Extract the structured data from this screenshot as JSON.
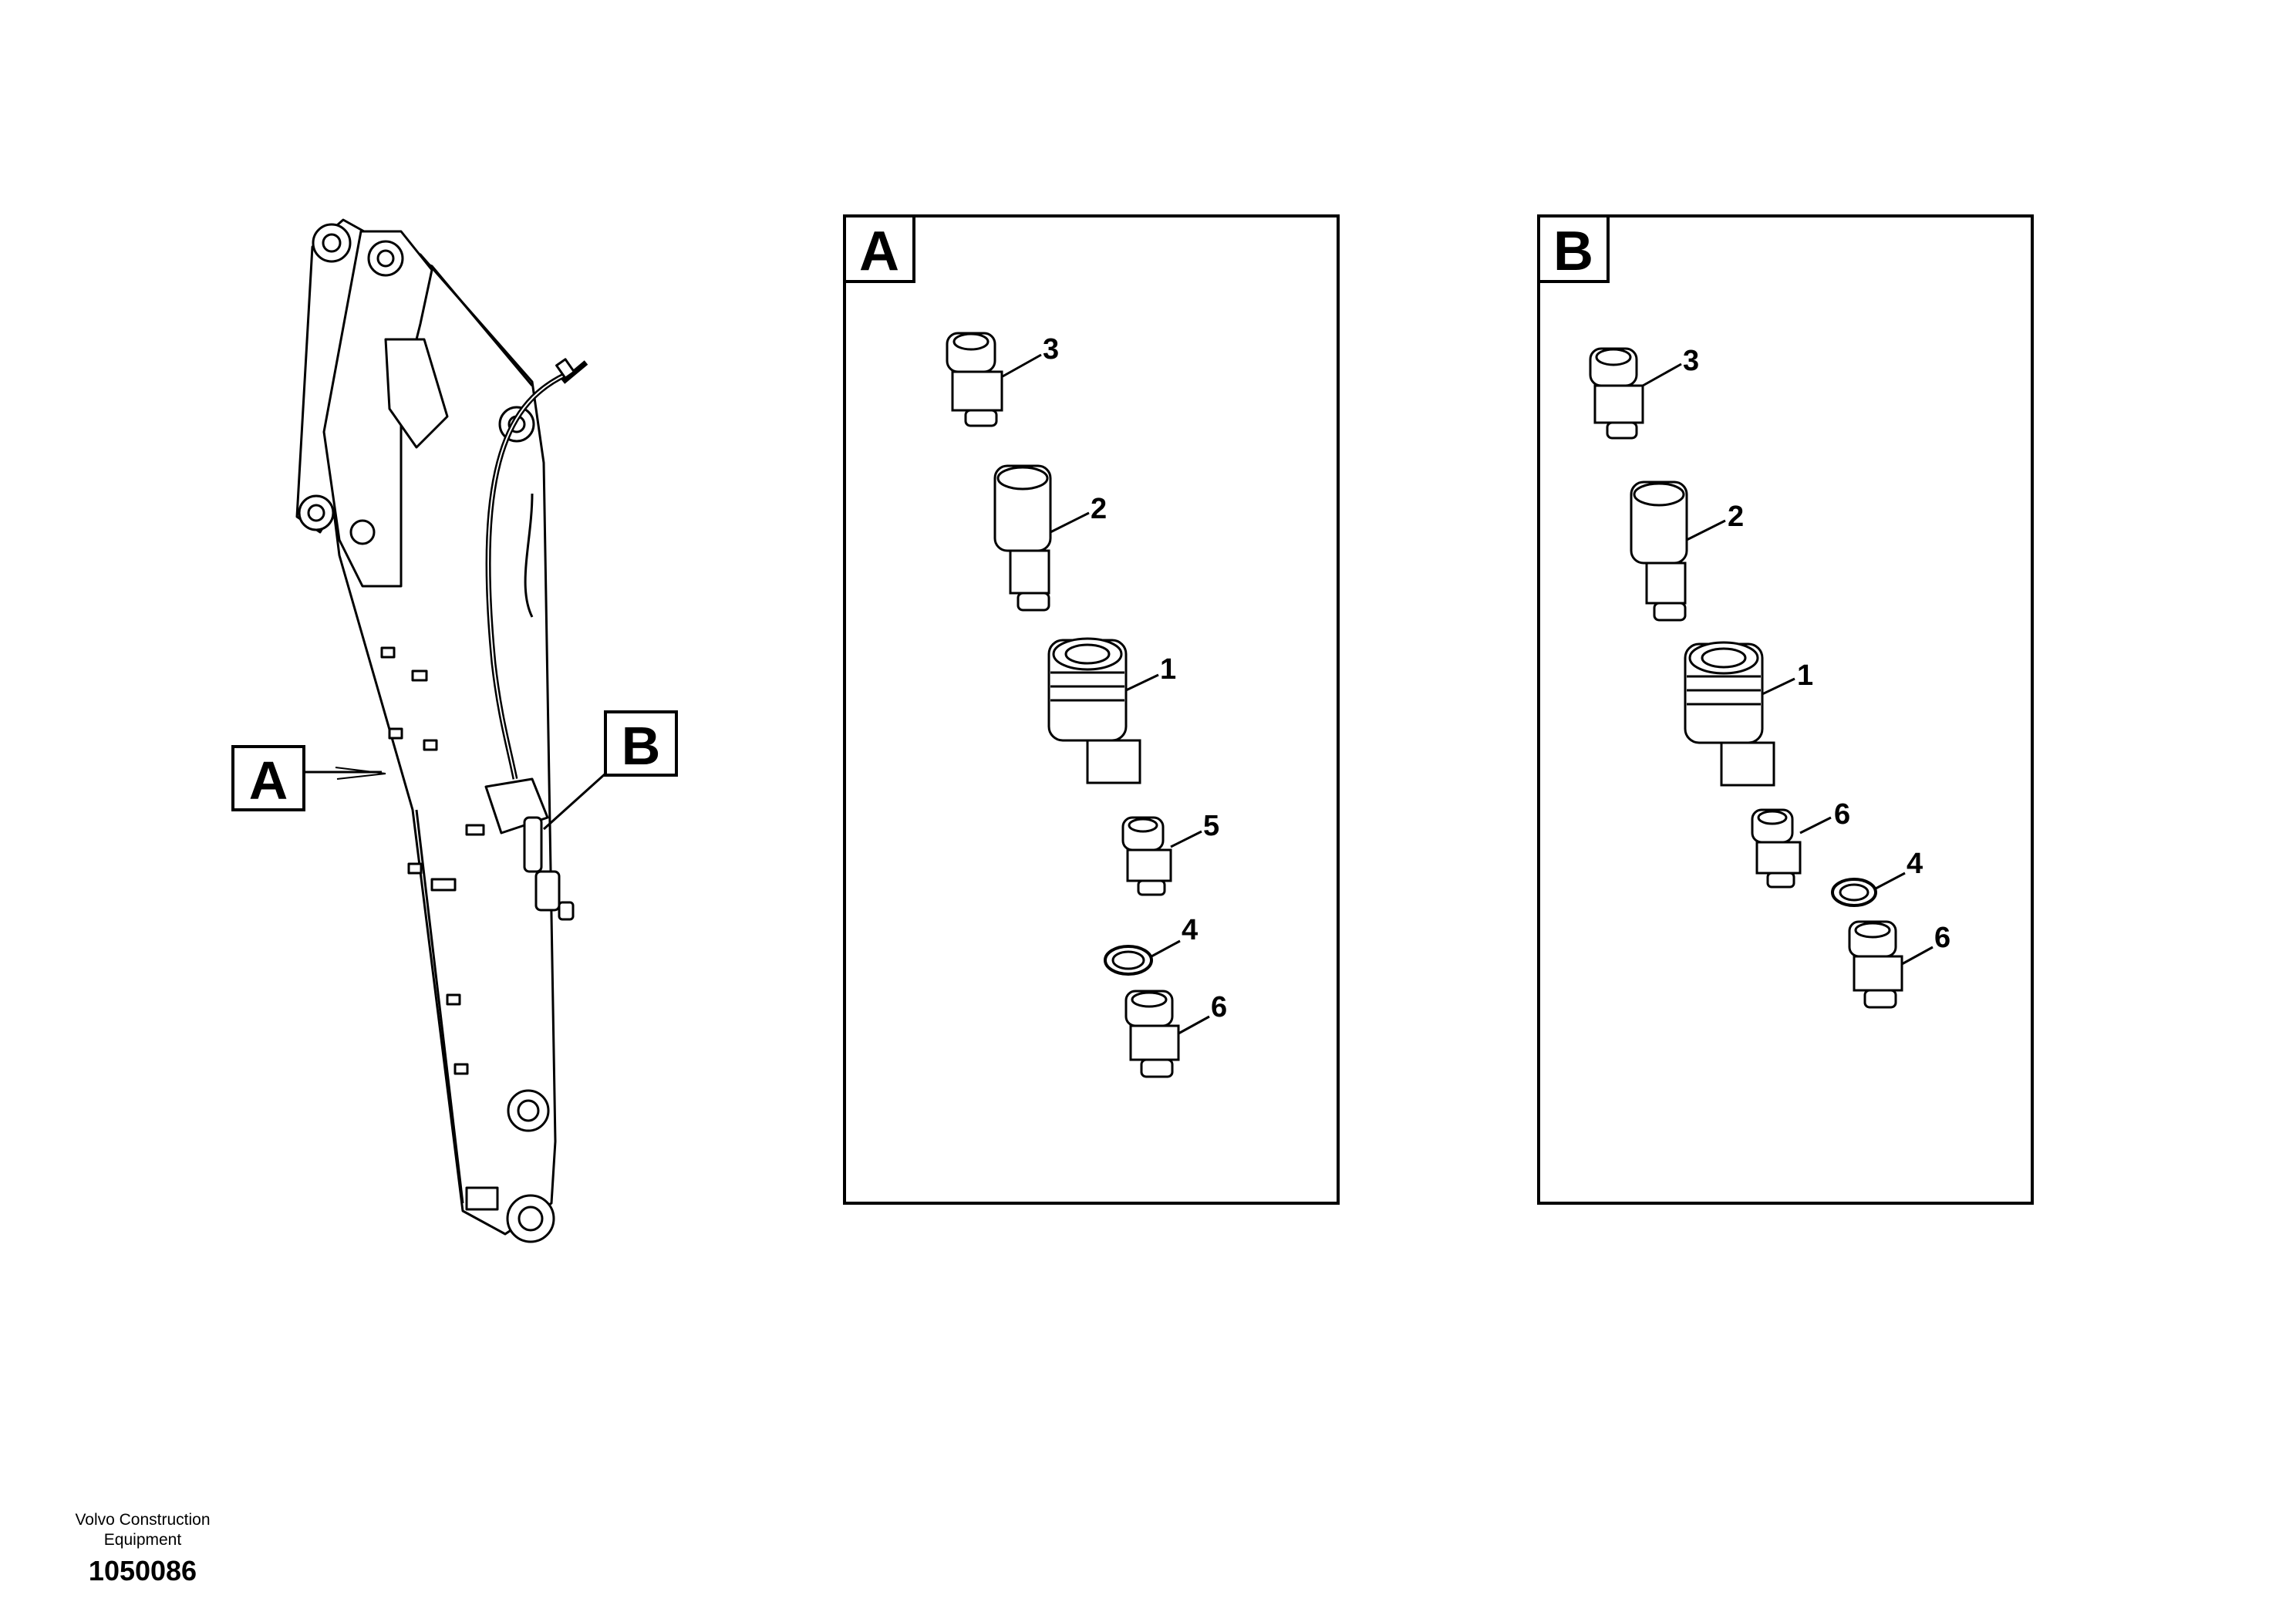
{
  "callout_letters": {
    "a": "A",
    "b": "B"
  },
  "detail_boxes": {
    "a": {
      "letter": "A",
      "part_labels": [
        "3",
        "2",
        "1",
        "5",
        "4",
        "6"
      ]
    },
    "b": {
      "letter": "B",
      "part_labels": [
        "3",
        "2",
        "1",
        "6",
        "4",
        "6"
      ]
    }
  },
  "footer": {
    "company_line1": "Volvo Construction",
    "company_line2": "Equipment",
    "drawing_number": "1050086"
  },
  "colors": {
    "line": "#000000",
    "background": "#ffffff"
  },
  "icons": [
    "excavator-arm-drawing",
    "union-nipple-icon",
    "adapter-icon",
    "quick-coupling-icon",
    "o-ring-icon"
  ]
}
